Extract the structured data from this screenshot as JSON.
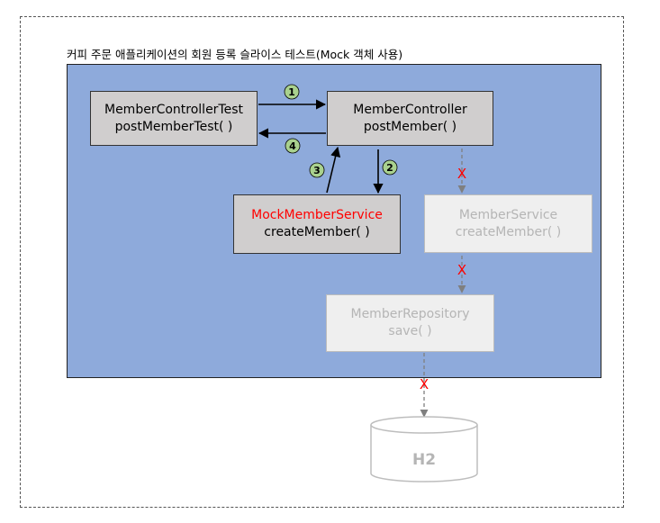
{
  "title": "커피 주문 애플리케이션의 회원 등록 슬라이스 테스트(Mock 객체 사용)",
  "colors": {
    "panel": "#8eaadb",
    "active_box": "#d0cece",
    "inactive_box": "#efefef",
    "inactive_text": "#b5b5b5",
    "mock_highlight": "#ff0000",
    "step_badge": "#a9d18e",
    "blocked_mark": "#ff0000"
  },
  "nodes": {
    "controller_test": {
      "line1": "MemberControllerTest",
      "line2": "postMemberTest( )"
    },
    "controller": {
      "line1": "MemberController",
      "line2": "postMember( )"
    },
    "mock_service": {
      "line1": "MockMemberService",
      "line2": "createMember( )"
    },
    "service": {
      "line1": "MemberService",
      "line2": "createMember( )"
    },
    "repository": {
      "line1": "MemberRepository",
      "line2": "save( )"
    },
    "database": {
      "label": "H2"
    }
  },
  "steps": [
    "1",
    "2",
    "3",
    "4"
  ],
  "blocked_mark": "X"
}
